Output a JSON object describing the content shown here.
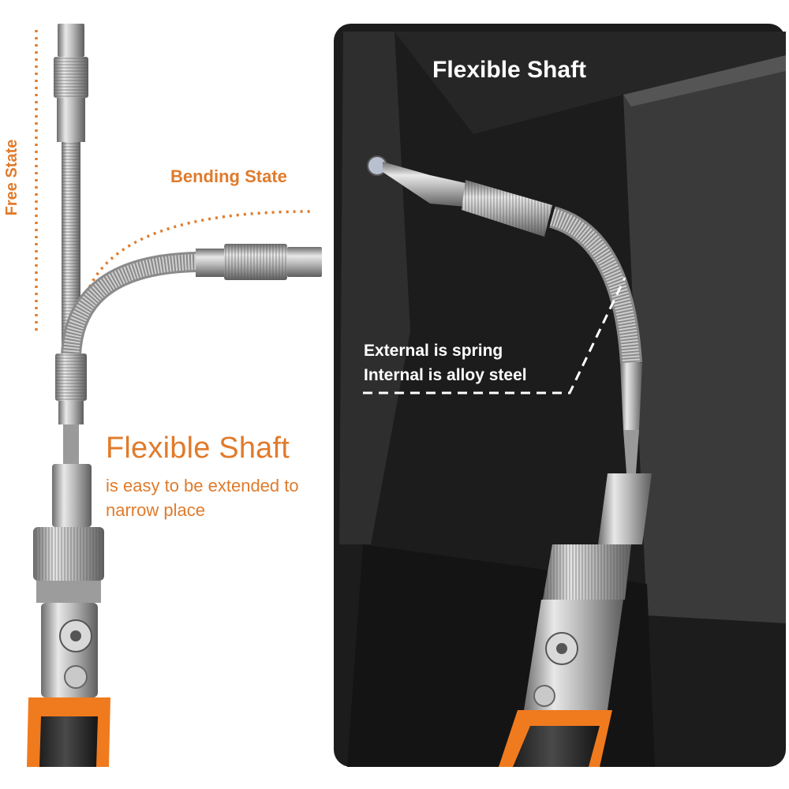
{
  "left_panel": {
    "free_state": "Free State",
    "bending_state": "Bending State",
    "title": "Flexible Shaft",
    "subtitle_line1": "is easy to be extended to",
    "subtitle_line2": "narrow place"
  },
  "right_panel": {
    "title": "Flexible Shaft",
    "note_line1": "External is spring",
    "note_line2": "Internal is alloy steel"
  },
  "colors": {
    "accent_orange": "#E07B2C",
    "panel_dark": "#1a1a1a",
    "handle_orange": "#F07A1E"
  }
}
